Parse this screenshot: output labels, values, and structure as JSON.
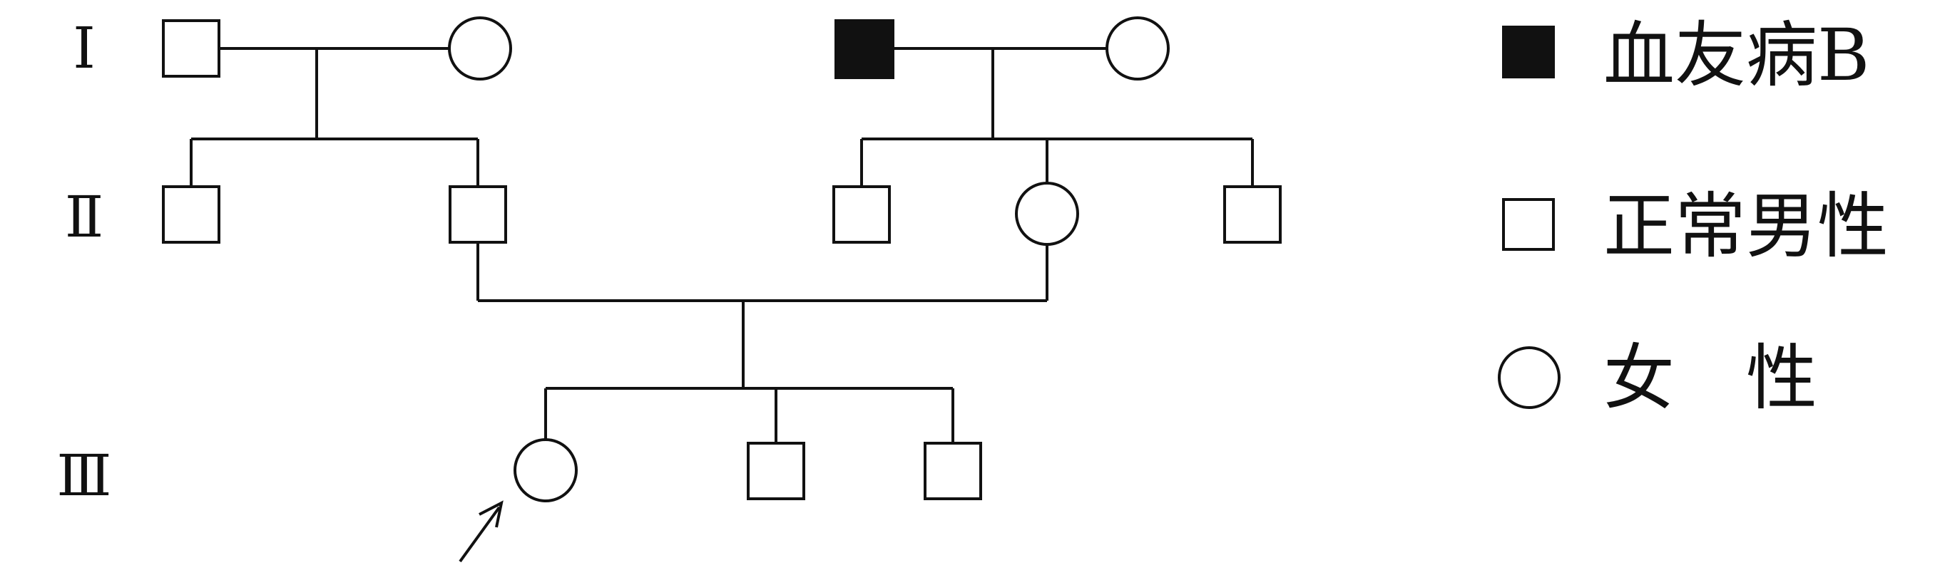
{
  "generations": {
    "gen1": "Ⅰ",
    "gen2": "Ⅱ",
    "gen3": "Ⅲ"
  },
  "legend": {
    "affected": "血友病B",
    "normal_male": "正常男性",
    "female": "女　性"
  },
  "colors": {
    "line": "#111111",
    "affected_fill": "#111111",
    "normal_fill": "#ffffff"
  }
}
